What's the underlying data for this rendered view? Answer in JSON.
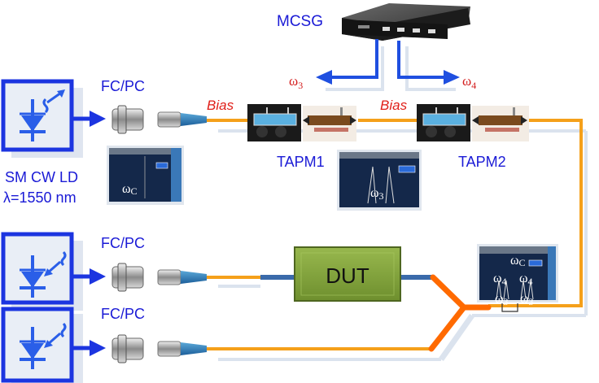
{
  "title": "Optical heterodyne measurement setup",
  "generator": {
    "label": "MCSG",
    "outputs": [
      {
        "label": "ω",
        "sub": "3"
      },
      {
        "label": "ω",
        "sub": "4"
      }
    ]
  },
  "sources": [
    {
      "label_line1": "SM CW LD",
      "label_line2": "λ=1550 nm",
      "connector": "FC/PC"
    },
    {
      "connector": "FC/PC"
    },
    {
      "connector": "FC/PC"
    }
  ],
  "modulators": [
    {
      "name": "TAPM1",
      "bias_label": "Bias"
    },
    {
      "name": "TAPM2",
      "bias_label": "Bias"
    }
  ],
  "dut": {
    "label": "DUT"
  },
  "spectra": [
    {
      "labels": [
        {
          "t": "ω",
          "s": "C"
        }
      ]
    },
    {
      "labels": [
        {
          "t": "ω",
          "s": "3"
        }
      ]
    },
    {
      "labels": [
        {
          "t": "ω",
          "s": "C"
        },
        {
          "t": "ω",
          "s": "4"
        },
        {
          "t": "ω",
          "s": "4"
        },
        {
          "t": "ω",
          "s": "3"
        },
        {
          "t": "ω",
          "s": "3"
        }
      ]
    }
  ],
  "colors": {
    "fiber_orange": "#f5a01a",
    "coupler_orange": "#ff6a00",
    "arrow_blue": "#1f4fe0",
    "text_blue": "#1a1ad6",
    "bias_red": "#e0201a",
    "dut_green": "#7a9a3a",
    "fiber_blue": "#3a6aaa",
    "shadow": "#dbe3ee"
  }
}
